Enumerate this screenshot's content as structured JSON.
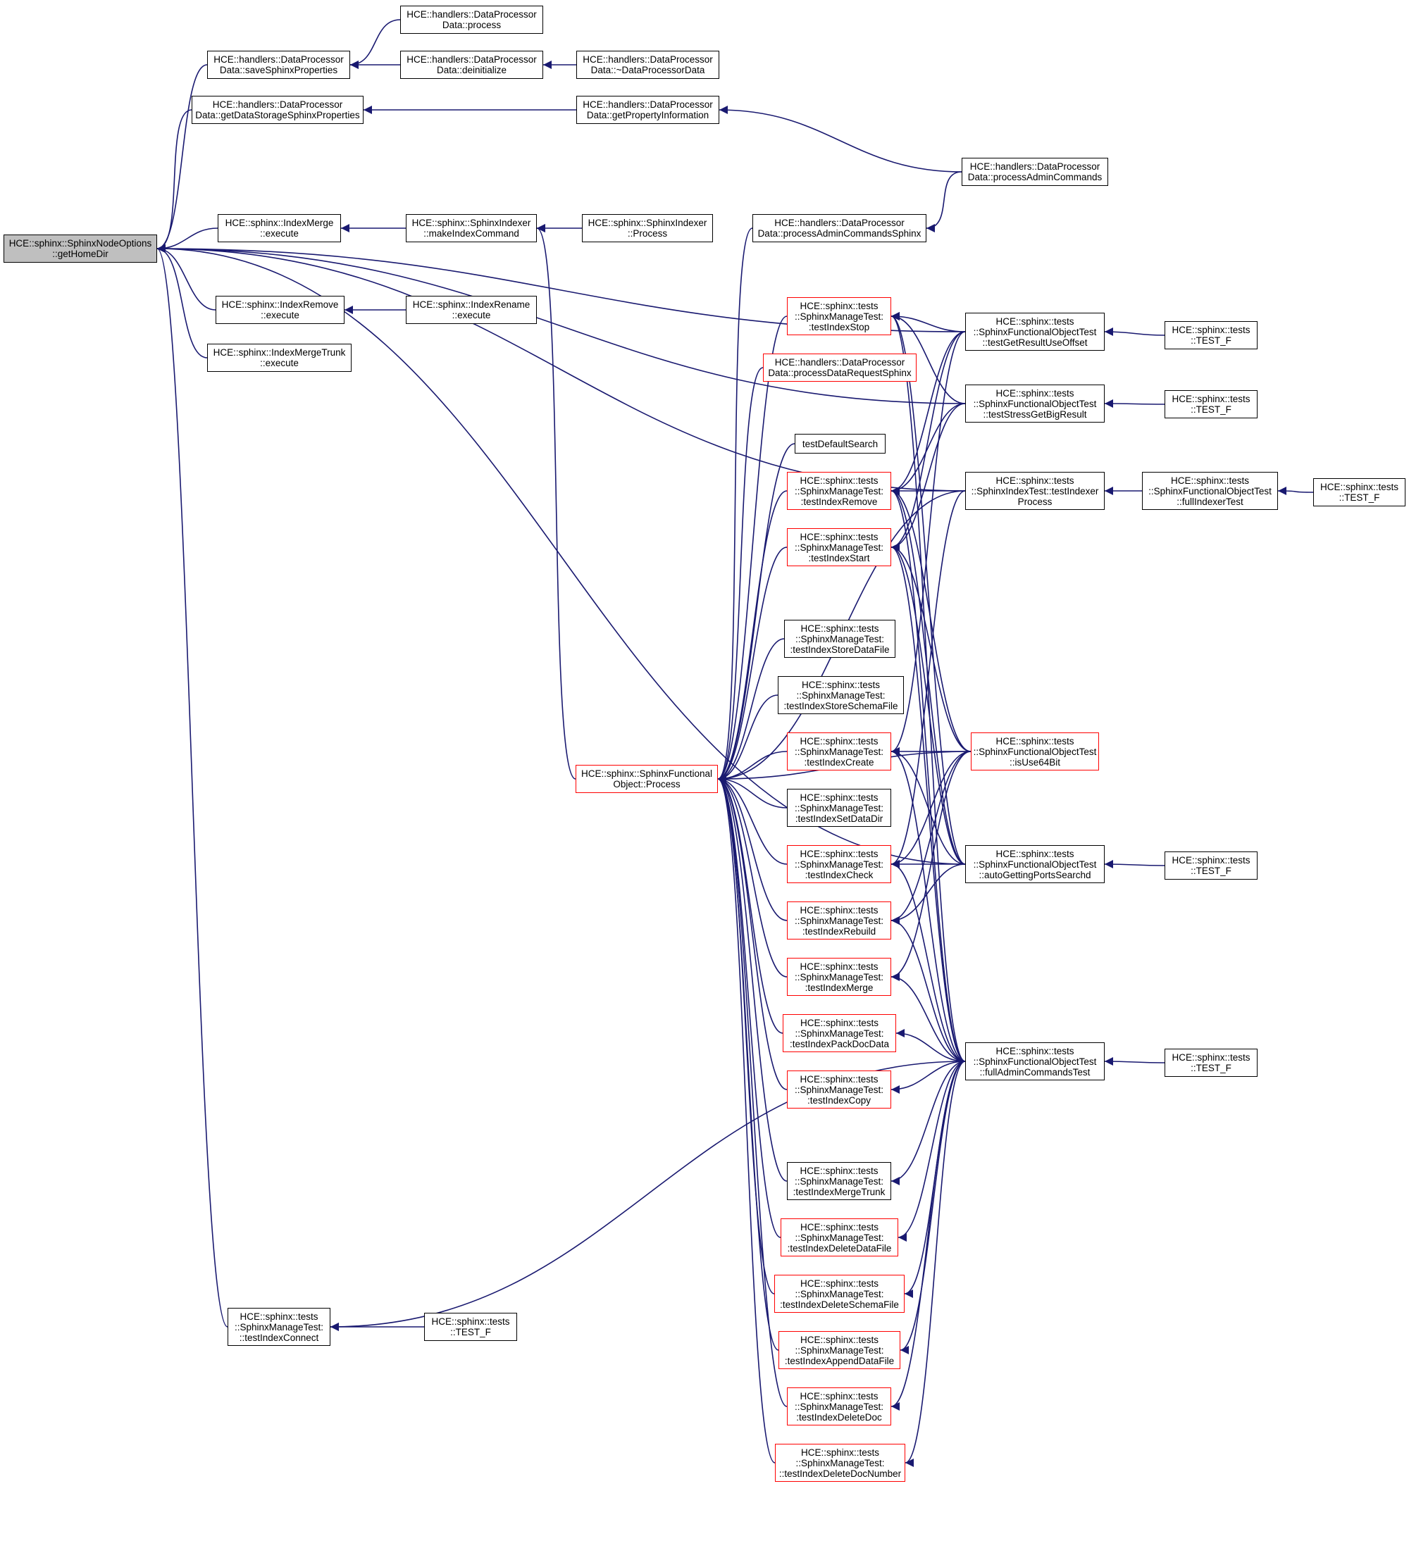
{
  "colors": {
    "edge": "#191970",
    "normal_border": "#000000",
    "red_border": "#ff0000",
    "root_fill": "#bfbfbf"
  },
  "nodes": [
    {
      "id": "root",
      "lines": [
        "HCE::sphinx::SphinxNodeOptions",
        "::getHomeDir"
      ],
      "style": "root"
    },
    {
      "id": "saveSphinx",
      "lines": [
        "HCE::handlers::DataProcessor",
        "Data::saveSphinxProperties"
      ],
      "style": "normal"
    },
    {
      "id": "dpProcess",
      "lines": [
        "HCE::handlers::DataProcessor",
        "Data::process"
      ],
      "style": "normal"
    },
    {
      "id": "deinit",
      "lines": [
        "HCE::handlers::DataProcessor",
        "Data::deinitialize"
      ],
      "style": "normal"
    },
    {
      "id": "dtor",
      "lines": [
        "HCE::handlers::DataProcessor",
        "Data::~DataProcessorData"
      ],
      "style": "normal"
    },
    {
      "id": "getDSSP",
      "lines": [
        "HCE::handlers::DataProcessor",
        "Data::getDataStorageSphinxProperties"
      ],
      "style": "normal"
    },
    {
      "id": "getPropInfo",
      "lines": [
        "HCE::handlers::DataProcessor",
        "Data::getPropertyInformation"
      ],
      "style": "normal"
    },
    {
      "id": "procAdmin",
      "lines": [
        "HCE::handlers::DataProcessor",
        "Data::processAdminCommands"
      ],
      "style": "normal"
    },
    {
      "id": "procAdminSphinx",
      "lines": [
        "HCE::handlers::DataProcessor",
        "Data::processAdminCommandsSphinx"
      ],
      "style": "normal"
    },
    {
      "id": "indexMerge",
      "lines": [
        "HCE::sphinx::IndexMerge",
        "::execute"
      ],
      "style": "normal"
    },
    {
      "id": "makeIndex",
      "lines": [
        "HCE::sphinx::SphinxIndexer",
        "::makeIndexCommand"
      ],
      "style": "normal"
    },
    {
      "id": "sphIdxProcess",
      "lines": [
        "HCE::sphinx::SphinxIndexer",
        "::Process"
      ],
      "style": "normal"
    },
    {
      "id": "indexRemove",
      "lines": [
        "HCE::sphinx::IndexRemove",
        "::execute"
      ],
      "style": "normal"
    },
    {
      "id": "indexRename",
      "lines": [
        "HCE::sphinx::IndexRename",
        "::execute"
      ],
      "style": "normal"
    },
    {
      "id": "indexMergeTrunk",
      "lines": [
        "HCE::sphinx::IndexMergeTrunk",
        "::execute"
      ],
      "style": "normal"
    },
    {
      "id": "tStop",
      "lines": [
        "HCE::sphinx::tests",
        "::SphinxManageTest:",
        ":testIndexStop"
      ],
      "style": "red"
    },
    {
      "id": "procDataReq",
      "lines": [
        "HCE::handlers::DataProcessor",
        "Data::processDataRequestSphinx"
      ],
      "style": "red"
    },
    {
      "id": "testDefault",
      "lines": [
        "testDefaultSearch"
      ],
      "style": "normal"
    },
    {
      "id": "tRemove",
      "lines": [
        "HCE::sphinx::tests",
        "::SphinxManageTest:",
        ":testIndexRemove"
      ],
      "style": "red"
    },
    {
      "id": "tStart",
      "lines": [
        "HCE::sphinx::tests",
        "::SphinxManageTest:",
        ":testIndexStart"
      ],
      "style": "red"
    },
    {
      "id": "tStoreData",
      "lines": [
        "HCE::sphinx::tests",
        "::SphinxManageTest:",
        ":testIndexStoreDataFile"
      ],
      "style": "normal"
    },
    {
      "id": "tStoreSchema",
      "lines": [
        "HCE::sphinx::tests",
        "::SphinxManageTest:",
        ":testIndexStoreSchemaFile"
      ],
      "style": "normal"
    },
    {
      "id": "tCreate",
      "lines": [
        "HCE::sphinx::tests",
        "::SphinxManageTest:",
        ":testIndexCreate"
      ],
      "style": "red"
    },
    {
      "id": "sfoProcess",
      "lines": [
        "HCE::sphinx::SphinxFunctional",
        "Object::Process"
      ],
      "style": "red"
    },
    {
      "id": "tSetDataDir",
      "lines": [
        "HCE::sphinx::tests",
        "::SphinxManageTest:",
        ":testIndexSetDataDir"
      ],
      "style": "normal"
    },
    {
      "id": "tCheck",
      "lines": [
        "HCE::sphinx::tests",
        "::SphinxManageTest:",
        ":testIndexCheck"
      ],
      "style": "red"
    },
    {
      "id": "tRebuild",
      "lines": [
        "HCE::sphinx::tests",
        "::SphinxManageTest:",
        ":testIndexRebuild"
      ],
      "style": "red"
    },
    {
      "id": "tMerge",
      "lines": [
        "HCE::sphinx::tests",
        "::SphinxManageTest:",
        ":testIndexMerge"
      ],
      "style": "red"
    },
    {
      "id": "tPackDoc",
      "lines": [
        "HCE::sphinx::tests",
        "::SphinxManageTest:",
        ":testIndexPackDocData"
      ],
      "style": "red"
    },
    {
      "id": "tCopy",
      "lines": [
        "HCE::sphinx::tests",
        "::SphinxManageTest:",
        ":testIndexCopy"
      ],
      "style": "red"
    },
    {
      "id": "tMergeTrunk",
      "lines": [
        "HCE::sphinx::tests",
        "::SphinxManageTest:",
        ":testIndexMergeTrunk"
      ],
      "style": "normal"
    },
    {
      "id": "tDelDataFile",
      "lines": [
        "HCE::sphinx::tests",
        "::SphinxManageTest:",
        ":testIndexDeleteDataFile"
      ],
      "style": "red"
    },
    {
      "id": "tDelSchema",
      "lines": [
        "HCE::sphinx::tests",
        "::SphinxManageTest:",
        ":testIndexDeleteSchemaFile"
      ],
      "style": "red"
    },
    {
      "id": "tAppend",
      "lines": [
        "HCE::sphinx::tests",
        "::SphinxManageTest:",
        ":testIndexAppendDataFile"
      ],
      "style": "red"
    },
    {
      "id": "tDelDoc",
      "lines": [
        "HCE::sphinx::tests",
        "::SphinxManageTest:",
        ":testIndexDeleteDoc"
      ],
      "style": "red"
    },
    {
      "id": "tDelDocNum",
      "lines": [
        "HCE::sphinx::tests",
        "::SphinxManageTest:",
        "::testIndexDeleteDocNumber"
      ],
      "style": "red"
    },
    {
      "id": "tConnect",
      "lines": [
        "HCE::sphinx::tests",
        "::SphinxManageTest:",
        "::testIndexConnect"
      ],
      "style": "normal"
    },
    {
      "id": "testFConnect",
      "lines": [
        "HCE::sphinx::tests",
        "::TEST_F"
      ],
      "style": "normal"
    },
    {
      "id": "getResult",
      "lines": [
        "HCE::sphinx::tests",
        "::SphinxFunctionalObjectTest",
        "::testGetResultUseOffset"
      ],
      "style": "normal"
    },
    {
      "id": "stressBig",
      "lines": [
        "HCE::sphinx::tests",
        "::SphinxFunctionalObjectTest",
        "::testStressGetBigResult"
      ],
      "style": "normal"
    },
    {
      "id": "idxTestProc",
      "lines": [
        "HCE::sphinx::tests",
        "::SphinxIndexTest::testIndexer",
        "Process"
      ],
      "style": "normal"
    },
    {
      "id": "isUse64",
      "lines": [
        "HCE::sphinx::tests",
        "::SphinxFunctionalObjectTest",
        "::isUse64Bit"
      ],
      "style": "red"
    },
    {
      "id": "autoPorts",
      "lines": [
        "HCE::sphinx::tests",
        "::SphinxFunctionalObjectTest",
        "::autoGettingPortsSearchd"
      ],
      "style": "normal"
    },
    {
      "id": "fullAdmin",
      "lines": [
        "HCE::sphinx::tests",
        "::SphinxFunctionalObjectTest",
        "::fullAdminCommandsTest"
      ],
      "style": "normal"
    },
    {
      "id": "fullIndexer",
      "lines": [
        "HCE::sphinx::tests",
        "::SphinxFunctionalObjectTest",
        "::fullIndexerTest"
      ],
      "style": "normal"
    },
    {
      "id": "testF1",
      "lines": [
        "HCE::sphinx::tests",
        "::TEST_F"
      ],
      "style": "normal"
    },
    {
      "id": "testF2",
      "lines": [
        "HCE::sphinx::tests",
        "::TEST_F"
      ],
      "style": "normal"
    },
    {
      "id": "testF3",
      "lines": [
        "HCE::sphinx::tests",
        "::TEST_F"
      ],
      "style": "normal"
    },
    {
      "id": "testF4",
      "lines": [
        "HCE::sphinx::tests",
        "::TEST_F"
      ],
      "style": "normal"
    },
    {
      "id": "testF5",
      "lines": [
        "HCE::sphinx::tests",
        "::TEST_F"
      ],
      "style": "normal"
    }
  ],
  "edges": [
    [
      "saveSphinx",
      "root"
    ],
    [
      "getDSSP",
      "root"
    ],
    [
      "indexMerge",
      "root"
    ],
    [
      "indexRemove",
      "root"
    ],
    [
      "indexMergeTrunk",
      "root"
    ],
    [
      "tConnect",
      "root"
    ],
    [
      "getResult",
      "root"
    ],
    [
      "stressBig",
      "root"
    ],
    [
      "idxTestProc",
      "root"
    ],
    [
      "autoPorts",
      "root"
    ],
    [
      "dpProcess",
      "saveSphinx"
    ],
    [
      "deinit",
      "saveSphinx"
    ],
    [
      "dtor",
      "deinit"
    ],
    [
      "getPropInfo",
      "getDSSP"
    ],
    [
      "procAdmin",
      "getPropInfo"
    ],
    [
      "procAdmin",
      "procAdminSphinx"
    ],
    [
      "makeIndex",
      "indexMerge"
    ],
    [
      "sphIdxProcess",
      "makeIndex"
    ],
    [
      "indexRename",
      "indexRemove"
    ],
    [
      "procAdminSphinx",
      "sfoProcess"
    ],
    [
      "procDataReq",
      "sfoProcess"
    ],
    [
      "testDefault",
      "sfoProcess"
    ],
    [
      "tStop",
      "sfoProcess"
    ],
    [
      "tRemove",
      "sfoProcess"
    ],
    [
      "tStart",
      "sfoProcess"
    ],
    [
      "tStoreData",
      "sfoProcess"
    ],
    [
      "tStoreSchema",
      "sfoProcess"
    ],
    [
      "tCreate",
      "sfoProcess"
    ],
    [
      "tSetDataDir",
      "sfoProcess"
    ],
    [
      "tCheck",
      "sfoProcess"
    ],
    [
      "tRebuild",
      "sfoProcess"
    ],
    [
      "tMerge",
      "sfoProcess"
    ],
    [
      "tPackDoc",
      "sfoProcess"
    ],
    [
      "tCopy",
      "sfoProcess"
    ],
    [
      "tMergeTrunk",
      "sfoProcess"
    ],
    [
      "tDelDataFile",
      "sfoProcess"
    ],
    [
      "tDelSchema",
      "sfoProcess"
    ],
    [
      "tAppend",
      "sfoProcess"
    ],
    [
      "tDelDoc",
      "sfoProcess"
    ],
    [
      "tDelDocNum",
      "sfoProcess"
    ],
    [
      "isUse64",
      "sfoProcess"
    ],
    [
      "idxTestProc",
      "sfoProcess"
    ],
    [
      "sfoProcess",
      "makeIndex"
    ],
    [
      "getResult",
      "tStop"
    ],
    [
      "stressBig",
      "tStop"
    ],
    [
      "autoPorts",
      "tStop"
    ],
    [
      "fullAdmin",
      "tStop"
    ],
    [
      "getResult",
      "tRemove"
    ],
    [
      "stressBig",
      "tRemove"
    ],
    [
      "idxTestProc",
      "tRemove"
    ],
    [
      "isUse64",
      "tRemove"
    ],
    [
      "autoPorts",
      "tRemove"
    ],
    [
      "fullAdmin",
      "tRemove"
    ],
    [
      "getResult",
      "tStart"
    ],
    [
      "stressBig",
      "tStart"
    ],
    [
      "isUse64",
      "tStart"
    ],
    [
      "autoPorts",
      "tStart"
    ],
    [
      "fullAdmin",
      "tStart"
    ],
    [
      "getResult",
      "tCreate"
    ],
    [
      "isUse64",
      "tCreate"
    ],
    [
      "autoPorts",
      "tCreate"
    ],
    [
      "fullAdmin",
      "tCreate"
    ],
    [
      "idxTestProc",
      "tCheck"
    ],
    [
      "isUse64",
      "tCheck"
    ],
    [
      "autoPorts",
      "tCheck"
    ],
    [
      "fullAdmin",
      "tCheck"
    ],
    [
      "isUse64",
      "tRebuild"
    ],
    [
      "autoPorts",
      "tRebuild"
    ],
    [
      "fullAdmin",
      "tRebuild"
    ],
    [
      "isUse64",
      "tMerge"
    ],
    [
      "fullAdmin",
      "tMerge"
    ],
    [
      "fullAdmin",
      "tPackDoc"
    ],
    [
      "fullAdmin",
      "tCopy"
    ],
    [
      "fullAdmin",
      "tMergeTrunk"
    ],
    [
      "fullAdmin",
      "tDelDataFile"
    ],
    [
      "fullAdmin",
      "tDelSchema"
    ],
    [
      "fullAdmin",
      "tAppend"
    ],
    [
      "fullAdmin",
      "tDelDoc"
    ],
    [
      "fullAdmin",
      "tDelDocNum"
    ],
    [
      "fullAdmin",
      "tConnect"
    ],
    [
      "testFConnect",
      "tConnect"
    ],
    [
      "testF1",
      "getResult"
    ],
    [
      "testF2",
      "stressBig"
    ],
    [
      "fullIndexer",
      "idxTestProc"
    ],
    [
      "testF3",
      "fullIndexer"
    ],
    [
      "testF4",
      "autoPorts"
    ],
    [
      "testF5",
      "fullAdmin"
    ]
  ]
}
